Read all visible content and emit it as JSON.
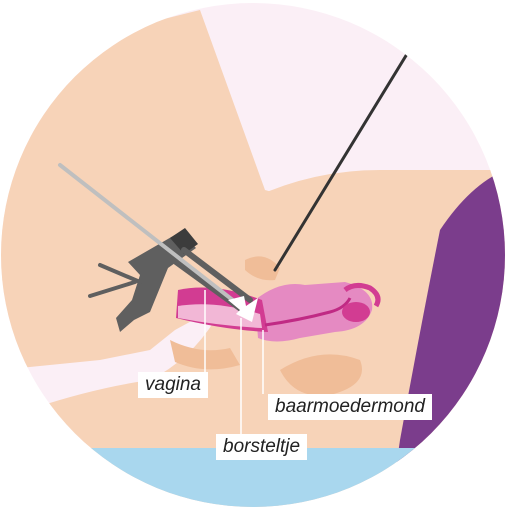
{
  "labels": {
    "vagina": "vagina",
    "baarmoedermond": "baarmoedermond",
    "borsteltje": "borsteltje"
  },
  "colors": {
    "background_circle": "#fbeff6",
    "skin": "#f7d3b8",
    "skin_shadow": "#f0bd98",
    "uterus": "#e58ac2",
    "uterus_dark": "#d23c92",
    "uterus_light": "#f2b7d6",
    "purple_cloth": "#7b3d8c",
    "table": "#a9d7ee",
    "speculum": "#5f5f5f",
    "speculum_dark": "#3c3c3c",
    "instrument": "#333333",
    "arrow": "#ffffff"
  },
  "icons": {
    "speculum": "speculum-icon",
    "brush_rod": "brush-rod-icon",
    "cervix_brush": "cervix-brush-icon"
  }
}
